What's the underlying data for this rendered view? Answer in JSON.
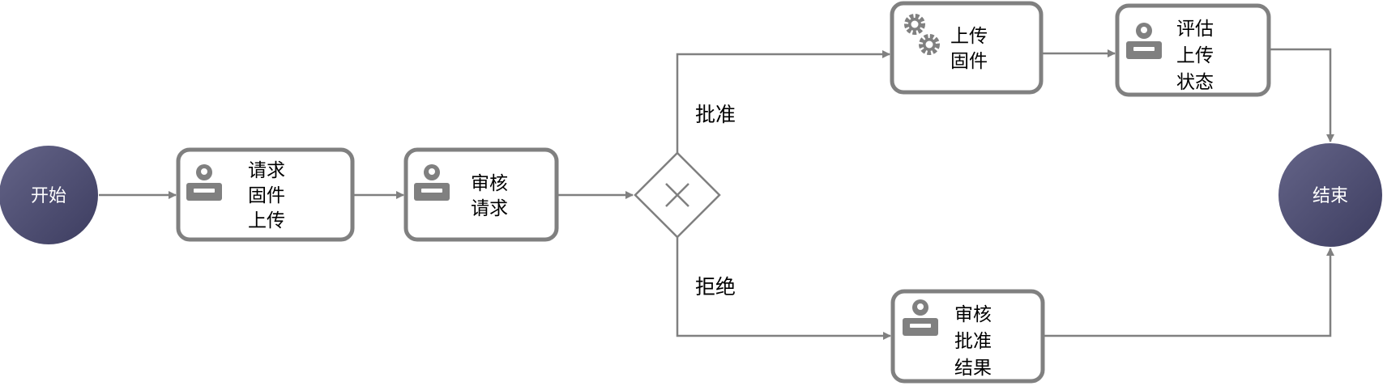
{
  "colors": {
    "event_fill_start": "#646488",
    "event_fill_end": "#3d3d60",
    "stroke": "#808080"
  },
  "events": {
    "start": "开始",
    "end": "结束"
  },
  "tasks": {
    "request_upload": {
      "icon": "user-icon",
      "lines": [
        "请求",
        "固件",
        "上传"
      ]
    },
    "review_request": {
      "icon": "user-icon",
      "lines": [
        "审核",
        "请求"
      ]
    },
    "upload_firmware": {
      "icon": "gears-icon",
      "lines": [
        "上传",
        "固件"
      ]
    },
    "evaluate_status": {
      "icon": "user-icon",
      "lines": [
        "评估",
        "上传",
        "状态"
      ]
    },
    "review_result": {
      "icon": "user-icon",
      "lines": [
        "审核",
        "批准",
        "结果"
      ]
    }
  },
  "gateway": {
    "type": "exclusive",
    "conditions": {
      "approve": "批准",
      "reject": "拒绝"
    }
  }
}
